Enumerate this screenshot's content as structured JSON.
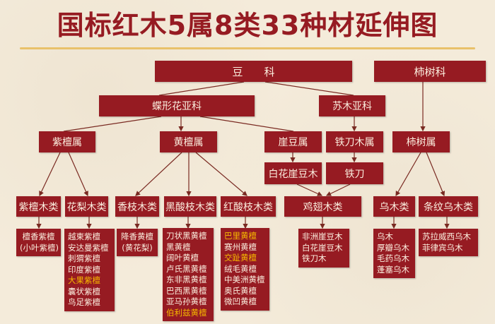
{
  "title": "国标红木5属8类33种材延伸图",
  "colors": {
    "title": "#961b22",
    "box_fill": "#961b22",
    "box_text": "#fbeede",
    "highlight_text": "#f5b800",
    "line": "#7a2a22",
    "gold_rule": "#e9c16a",
    "background": "#f4ebda"
  },
  "families": {
    "legume": "豆　　科",
    "ebenaceae": "柿树科"
  },
  "subfamilies": {
    "papilionoideae": "蝶形花亚科",
    "caesalpinioideae": "苏木亚科"
  },
  "genera": {
    "pterocarpus": "紫檀属",
    "dalbergia": "黄檀属",
    "millettia": "崖豆属",
    "cassia": "铁刀木属",
    "diospyros": "柿树属"
  },
  "species_mid": {
    "millettia_leucantha": "白花崖豆木",
    "cassia_siamea": "铁刀"
  },
  "classes": {
    "zitan": "紫檀木类",
    "huali": "花梨木类",
    "xiangzhi": "香枝木类",
    "heisuanzhi": "黑酸枝木类",
    "hongsuanzhi": "红酸枝木类",
    "jichi": "鸡翅木类",
    "wumu": "乌木类",
    "tiaowen": "条纹乌木类"
  },
  "species": {
    "zitan": [
      {
        "name": "檀香紫檀",
        "highlight": false
      },
      {
        "name": "(小叶紫檀)",
        "highlight": false
      }
    ],
    "huali": [
      {
        "name": "越柬紫檀",
        "highlight": false
      },
      {
        "name": "安达曼紫檀",
        "highlight": false
      },
      {
        "name": "刺猬紫檀",
        "highlight": false
      },
      {
        "name": "印度紫檀",
        "highlight": false
      },
      {
        "name": "大果紫檀",
        "highlight": true
      },
      {
        "name": "囊状紫檀",
        "highlight": false
      },
      {
        "name": "鸟足紫檀",
        "highlight": false
      }
    ],
    "xiangzhi": [
      {
        "name": "降香黄檀",
        "highlight": false
      },
      {
        "name": "(黄花梨)",
        "highlight": false
      }
    ],
    "heisuanzhi": [
      {
        "name": "刀状黑黄檀",
        "highlight": false
      },
      {
        "name": "黑黄檀",
        "highlight": false
      },
      {
        "name": "阔叶黄檀",
        "highlight": false
      },
      {
        "name": "卢氏黑黄檀",
        "highlight": false
      },
      {
        "name": "东非黑黄檀",
        "highlight": false
      },
      {
        "name": "巴西黑黄檀",
        "highlight": false
      },
      {
        "name": "亚马孙黄檀",
        "highlight": false
      },
      {
        "name": "伯利兹黄檀",
        "highlight": true
      }
    ],
    "hongsuanzhi": [
      {
        "name": "巴里黄檀",
        "highlight": true
      },
      {
        "name": "赛州黄檀",
        "highlight": false
      },
      {
        "name": "交趾黄檀",
        "highlight": true
      },
      {
        "name": "绒毛黄檀",
        "highlight": false
      },
      {
        "name": "中美洲黄檀",
        "highlight": false
      },
      {
        "name": "奥氏黄檀",
        "highlight": false
      },
      {
        "name": "微凹黄檀",
        "highlight": false
      }
    ],
    "jichi": [
      {
        "name": "非洲崖豆木",
        "highlight": false
      },
      {
        "name": "白花崖豆木",
        "highlight": false
      },
      {
        "name": "铁刀木",
        "highlight": false
      }
    ],
    "wumu": [
      {
        "name": "乌木",
        "highlight": false
      },
      {
        "name": "厚瓣乌木",
        "highlight": false
      },
      {
        "name": "毛药乌木",
        "highlight": false
      },
      {
        "name": "蓬塞乌木",
        "highlight": false
      }
    ],
    "tiaowen": [
      {
        "name": "苏拉威西乌木",
        "highlight": false
      },
      {
        "name": "菲律宾乌木",
        "highlight": false
      }
    ]
  }
}
